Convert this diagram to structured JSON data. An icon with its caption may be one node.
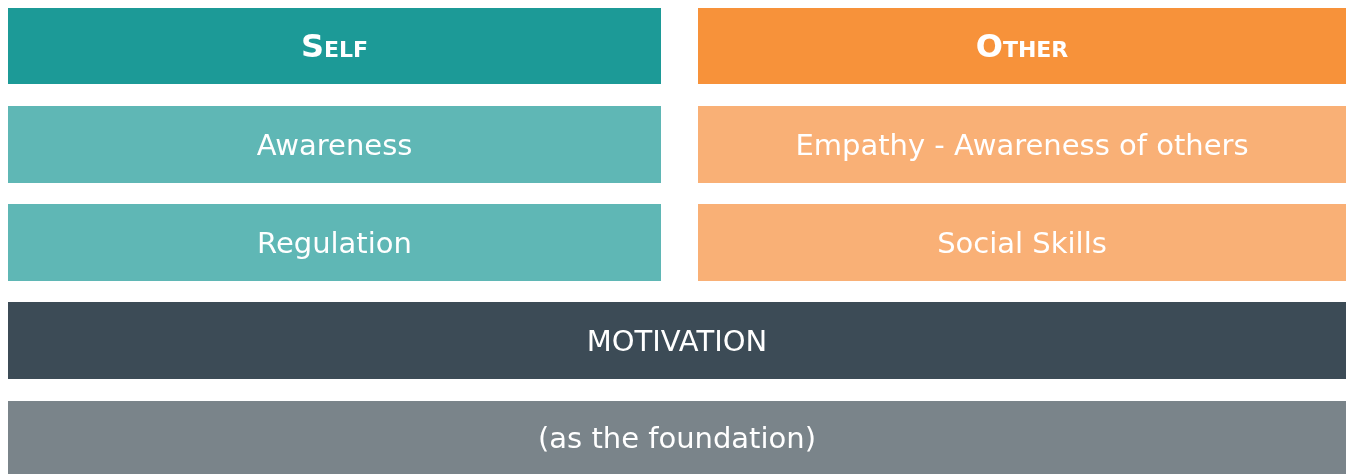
{
  "diagram": {
    "nodes": [
      {
        "text": [
          "Self"
        ]
      },
      {
        "text": [
          "Other"
        ]
      },
      {
        "text": [
          "Awareness"
        ]
      },
      {
        "text": [
          "Empathy - Awareness of others"
        ]
      },
      {
        "text": [
          "Regulation"
        ]
      },
      {
        "text": [
          "Social Skills"
        ]
      },
      {
        "text": [
          "MOTIVATION"
        ]
      },
      {
        "text": [
          "(as the foundation)"
        ]
      }
    ]
  }
}
